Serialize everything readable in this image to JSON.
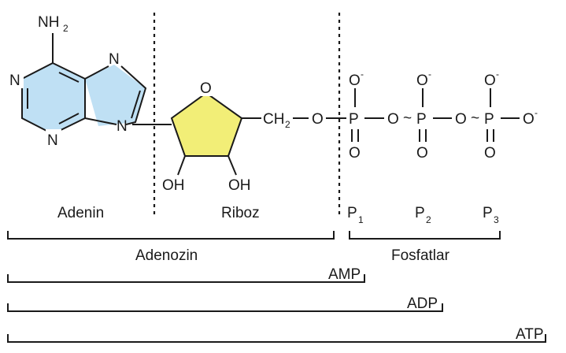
{
  "adenine": {
    "amino_group": "NH",
    "amino_subscript": "2",
    "ring_nitrogen": "N",
    "fill_color": "#bfe0f4"
  },
  "ribose": {
    "ring_oxygen": "O",
    "hydroxyl_left": "OH",
    "hydroxyl_right": "OH",
    "ch2": "CH",
    "ch2_subscript": "2",
    "fill_color": "#f2ee77"
  },
  "phosphate_chain": {
    "bridge_oxygen": "O",
    "phosphorus": "P",
    "tilde": "~",
    "ion_superscript": "-"
  },
  "labels": {
    "adenine": "Adenin",
    "ribose": "Riboz",
    "p1": "P",
    "p1_subscript": "1",
    "p2": "P",
    "p2_subscript": "2",
    "p3": "P",
    "p3_subscript": "3",
    "adenosine": "Adenozin",
    "phosphates": "Fosfatlar",
    "amp": "AMP",
    "adp": "ADP",
    "atp": "ATP"
  }
}
